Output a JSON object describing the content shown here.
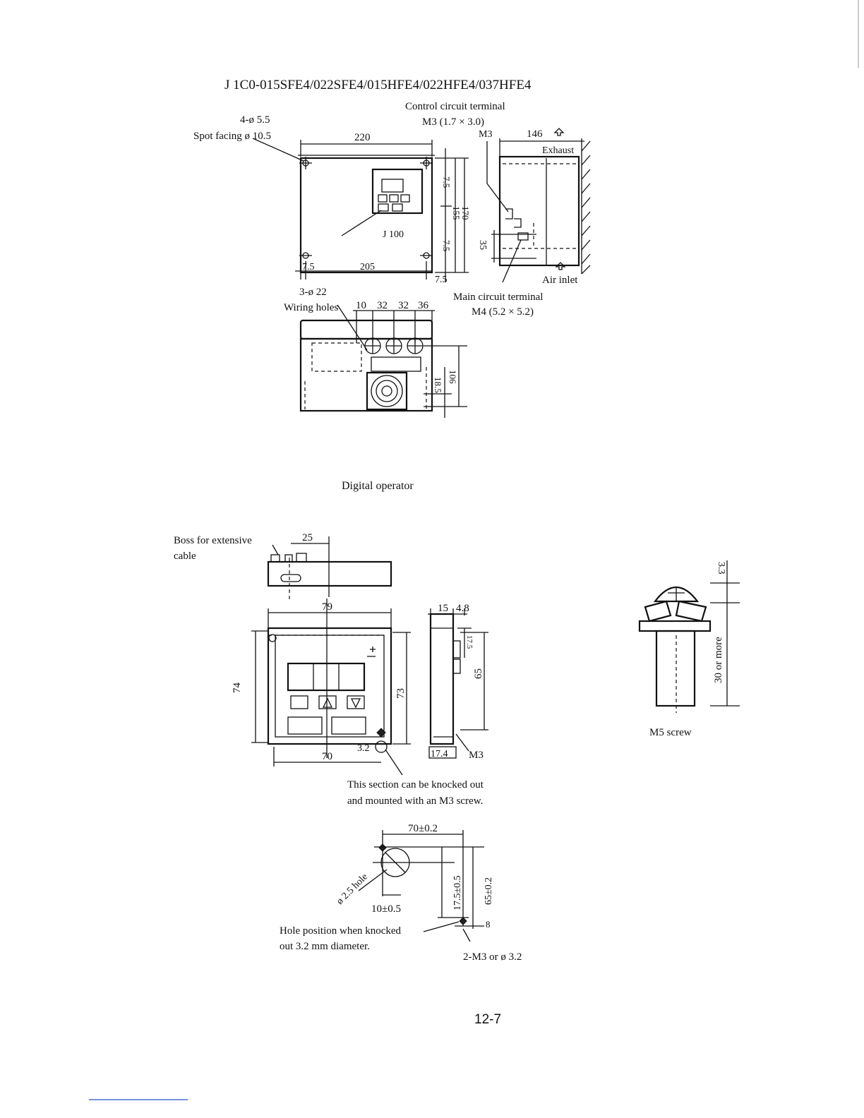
{
  "title": "J 1C0-015SFE4/022SFE4/015HFE4/022HFE4/037HFE4",
  "inverter": {
    "unit_label": "J 100",
    "mount_holes": "4-ø 5.5",
    "spot_facing": "Spot facing  ø 10.5",
    "width": "220",
    "hole_pitch": "205",
    "margin_left": "7.5",
    "margin_bottom": "7.5",
    "height": "170",
    "hole_height": "155",
    "top_offset": "7.5",
    "bottom_offset": "7.5",
    "control_terminal_title": "Control circuit terminal",
    "control_terminal_spec": "M3 (1.7 × 3.0)",
    "control_terminal_screw": "M3",
    "depth": "146",
    "exhaust": "Exhaust",
    "air_inlet": "Air inlet",
    "inlet_height": "35",
    "main_terminal_title": "Main circuit terminal",
    "main_terminal_spec": "M4 (5.2 × 5.2)",
    "wiring_holes_count": "3-ø 22",
    "wiring_holes": "Wiring holes",
    "spacing": [
      "10",
      "32",
      "32",
      "36"
    ],
    "bottom_height": "18.5",
    "bottom_total": "106"
  },
  "operator": {
    "section_title": "Digital operator",
    "boss_label_1": "Boss for extensive",
    "boss_label_2": "cable",
    "boss_offset": "25",
    "width": "79",
    "height": "74",
    "inner_height": "73",
    "hole_pitch": "70",
    "hole_offset": "3.2",
    "side_depth": "15",
    "side_step": "4.8",
    "side_small": "17.5",
    "side_height": "65",
    "side_bottom": "17.4",
    "side_screw": "M3",
    "knockout_note_1": "This section can be knocked out",
    "knockout_note_2": "and mounted with an M3 screw."
  },
  "screw": {
    "head_height": "3.3",
    "length": "30 or more",
    "label": "M5 screw"
  },
  "cutout": {
    "width": "70±0.2",
    "hole_label": "ø 2.5 hole",
    "hole_offset": "10±0.5",
    "height_small": "17.5±0.5",
    "height": "65±0.2",
    "edge": "8",
    "hole_note_1": "Hole position when knocked",
    "hole_note_2": "out 3.2 mm diameter.",
    "mount_holes": "2-M3 or ø 3.2"
  },
  "page_number": "12-7"
}
